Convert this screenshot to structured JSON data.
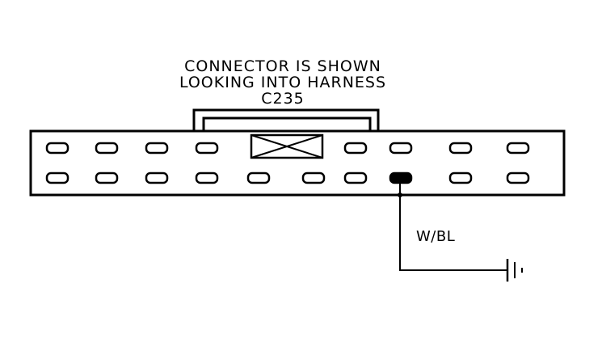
{
  "diagram": {
    "caption": {
      "line1": "CONNECTOR IS SHOWN",
      "line2": "LOOKING INTO HARNESS",
      "connector_id": "C235"
    },
    "wire": {
      "color_code": "W/BL"
    },
    "connector": {
      "top_row_pins": 9,
      "bottom_row_pins": 10,
      "active_pin": "bottom-row-8",
      "blocked_position": "top-row-5"
    },
    "ground": {
      "icon": "ground-symbol-icon"
    }
  }
}
